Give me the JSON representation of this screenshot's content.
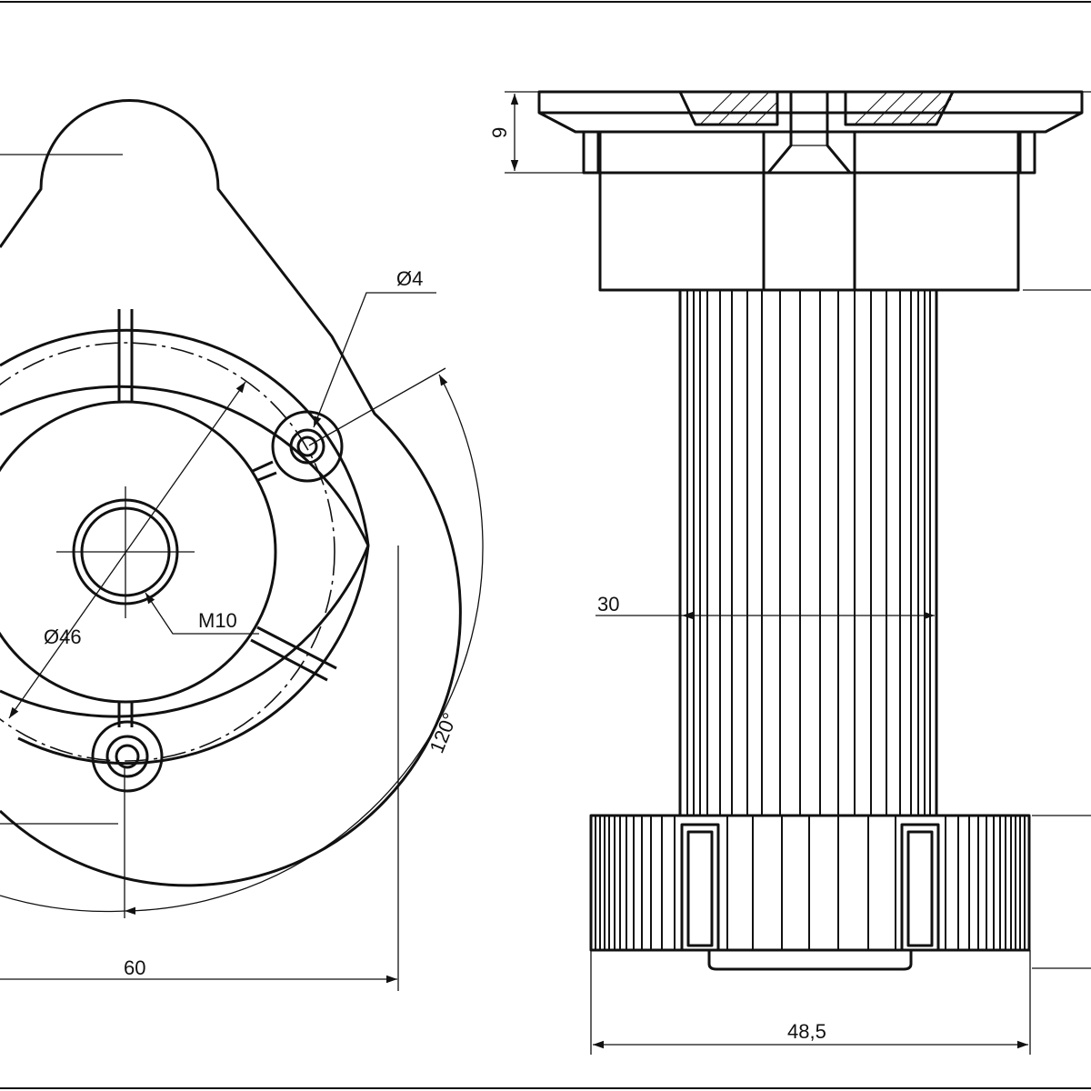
{
  "colors": {
    "line": "#111111",
    "background": "#ffffff"
  },
  "dimensions": {
    "base_width": "60",
    "outer_diameter": "Ø46",
    "hole_diameter": "Ø4",
    "thread": "M10",
    "angle": "120°",
    "plate_height": "9",
    "column_width": "30",
    "foot_width": "48,5"
  }
}
